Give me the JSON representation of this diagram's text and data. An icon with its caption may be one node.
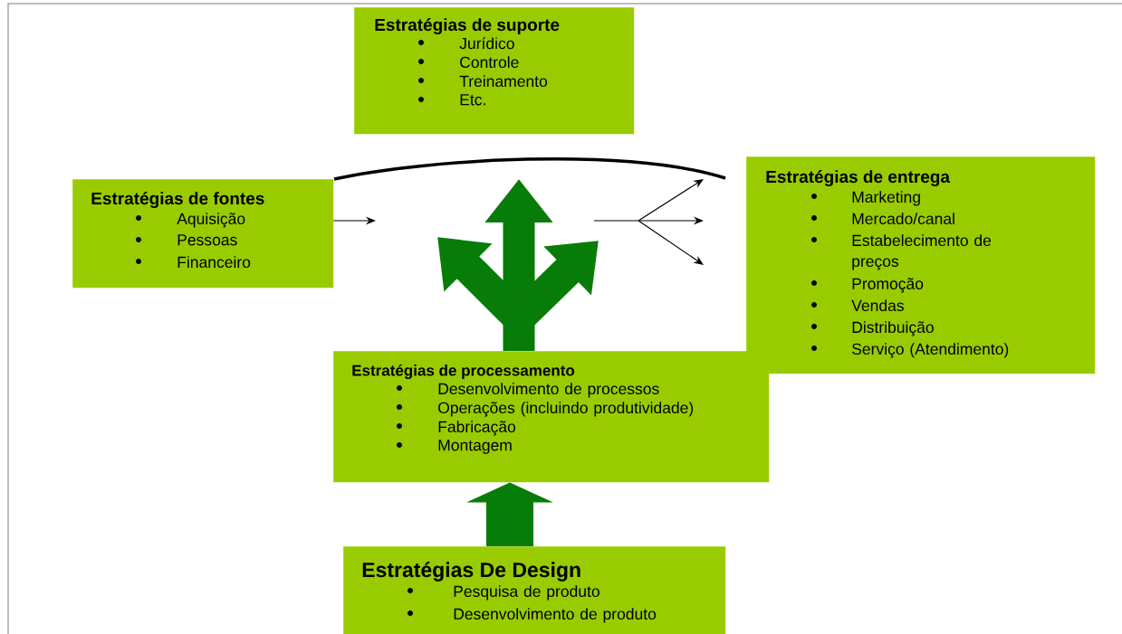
{
  "diagram": {
    "nodes": [
      {
        "text": [
          "Estratégias de suporte",
          "Jurídico",
          "Controle",
          "Treinamento",
          "Etc."
        ]
      },
      {
        "text": [
          "Estratégias de fontes",
          "Aquisição",
          "Pessoas",
          "Financeiro"
        ]
      },
      {
        "text": [
          "Estratégias de entrega",
          "Marketing",
          "Mercado/canal",
          "Estabelecimento de preços",
          "Promoção",
          "Vendas",
          "Distribuição",
          "Serviço (Atendimento)"
        ]
      },
      {
        "text": [
          "Estratégias de processamento",
          "Desenvolvimento de processos",
          "Operações (incluindo produtividade)",
          "Fabricação",
          "Montagem"
        ]
      },
      {
        "text": [
          "Estratégias De Design",
          "Pesquisa de produto",
          "Desenvolvimento de produto"
        ]
      }
    ],
    "edges": [
      {
        "from": 4,
        "to": 3,
        "arrow": "to",
        "style": "thick",
        "color": "#087c08"
      },
      {
        "from": 1,
        "to": null,
        "arrow": "to",
        "color": "#000000"
      }
    ]
  }
}
